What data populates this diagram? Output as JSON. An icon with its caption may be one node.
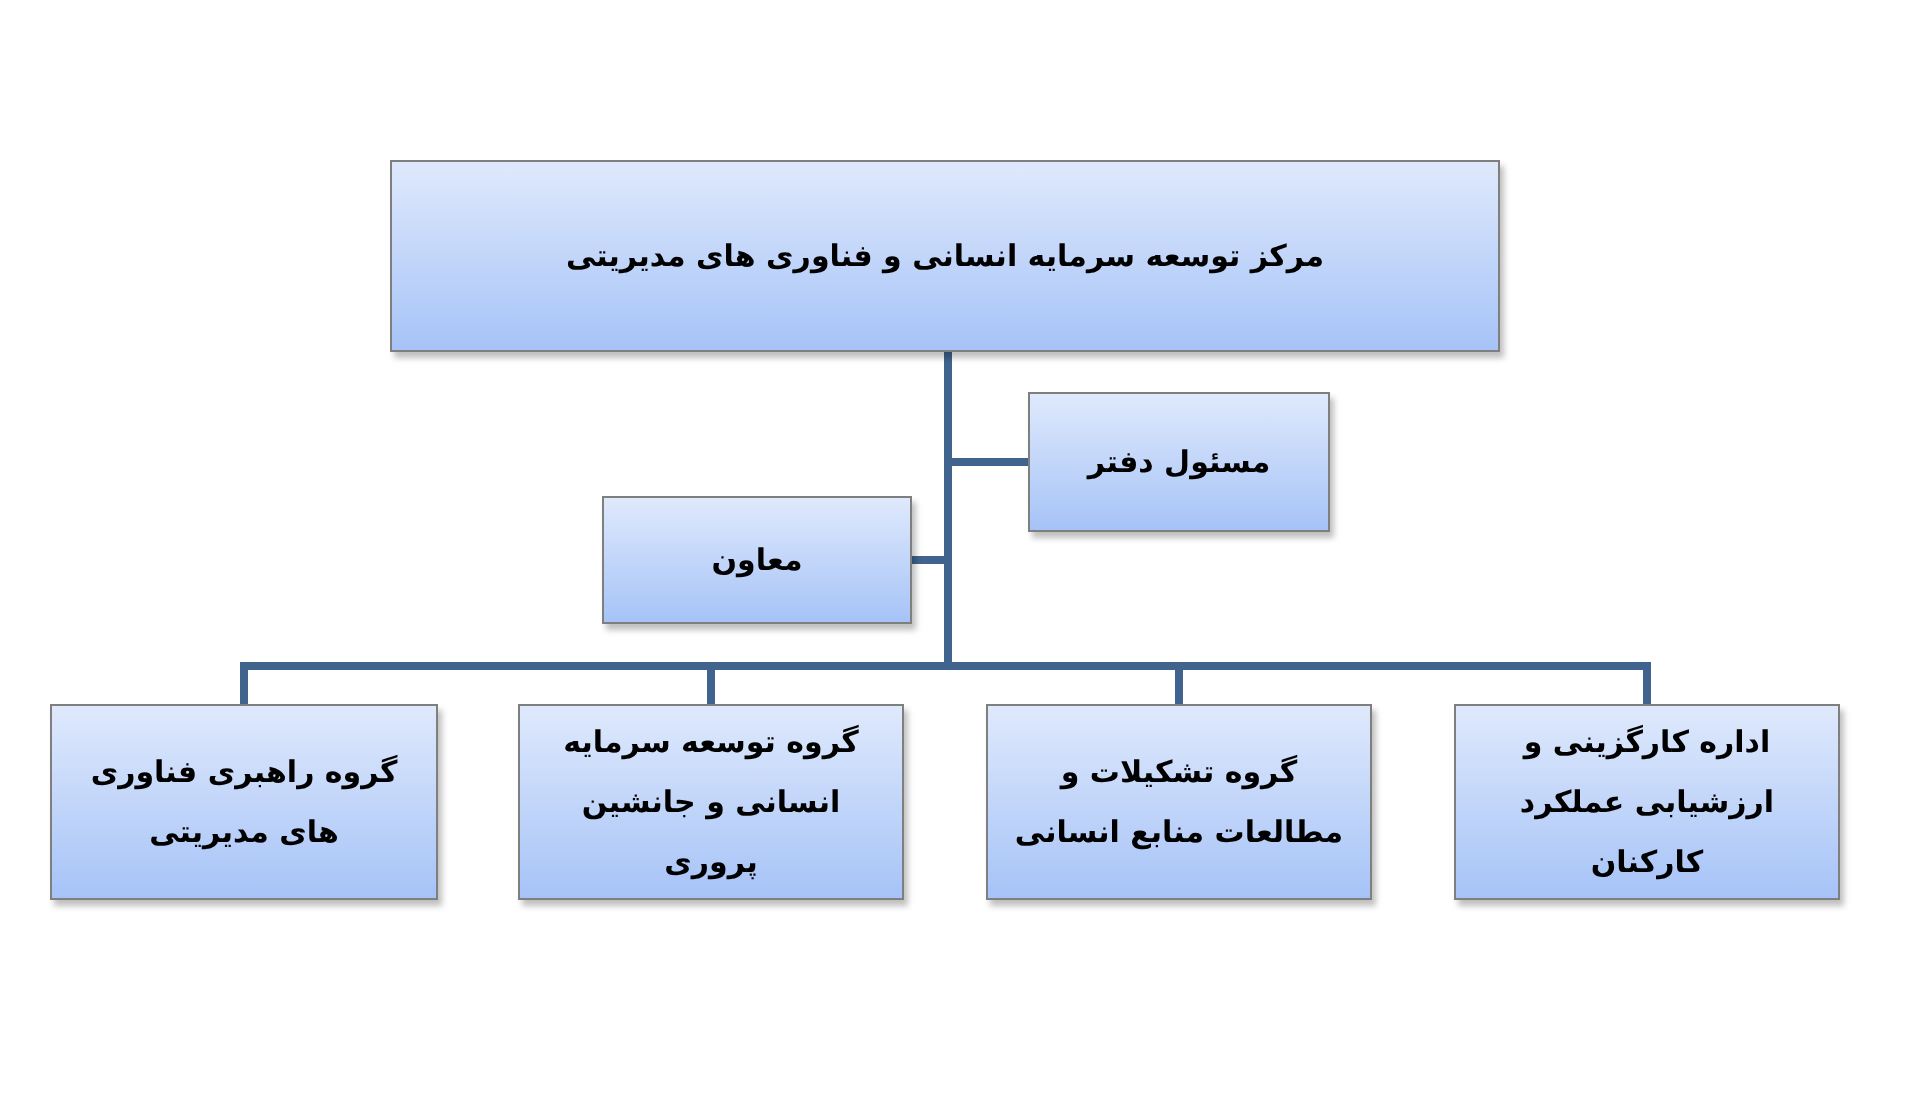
{
  "diagram": {
    "nodes": [
      {
        "text": [
          "مرکز توسعه سرمایه انسانی و فناوری های مدیریتی"
        ]
      },
      {
        "text": [
          "مسئول دفتر"
        ]
      },
      {
        "text": [
          "معاون"
        ]
      },
      {
        "text": [
          "اداره کارگزینی و ارزشیابی عملکرد کارکنان"
        ]
      },
      {
        "text": [
          "گروه تشکیلات و مطالعات منابع انسانی"
        ]
      },
      {
        "text": [
          "گروه توسعه سرمایه انسانی و جانشین پروری"
        ]
      },
      {
        "text": [
          "گروه راهبری فناوری های مدیریتی"
        ]
      }
    ],
    "edges": [
      {
        "from": 0,
        "to": 1,
        "arrow": "none"
      },
      {
        "from": 0,
        "to": 2,
        "arrow": "none"
      },
      {
        "from": 0,
        "to": 3,
        "arrow": "none"
      },
      {
        "from": 0,
        "to": 4,
        "arrow": "none"
      },
      {
        "from": 0,
        "to": 5,
        "arrow": "none"
      },
      {
        "from": 0,
        "to": 6,
        "arrow": "none"
      }
    ]
  }
}
